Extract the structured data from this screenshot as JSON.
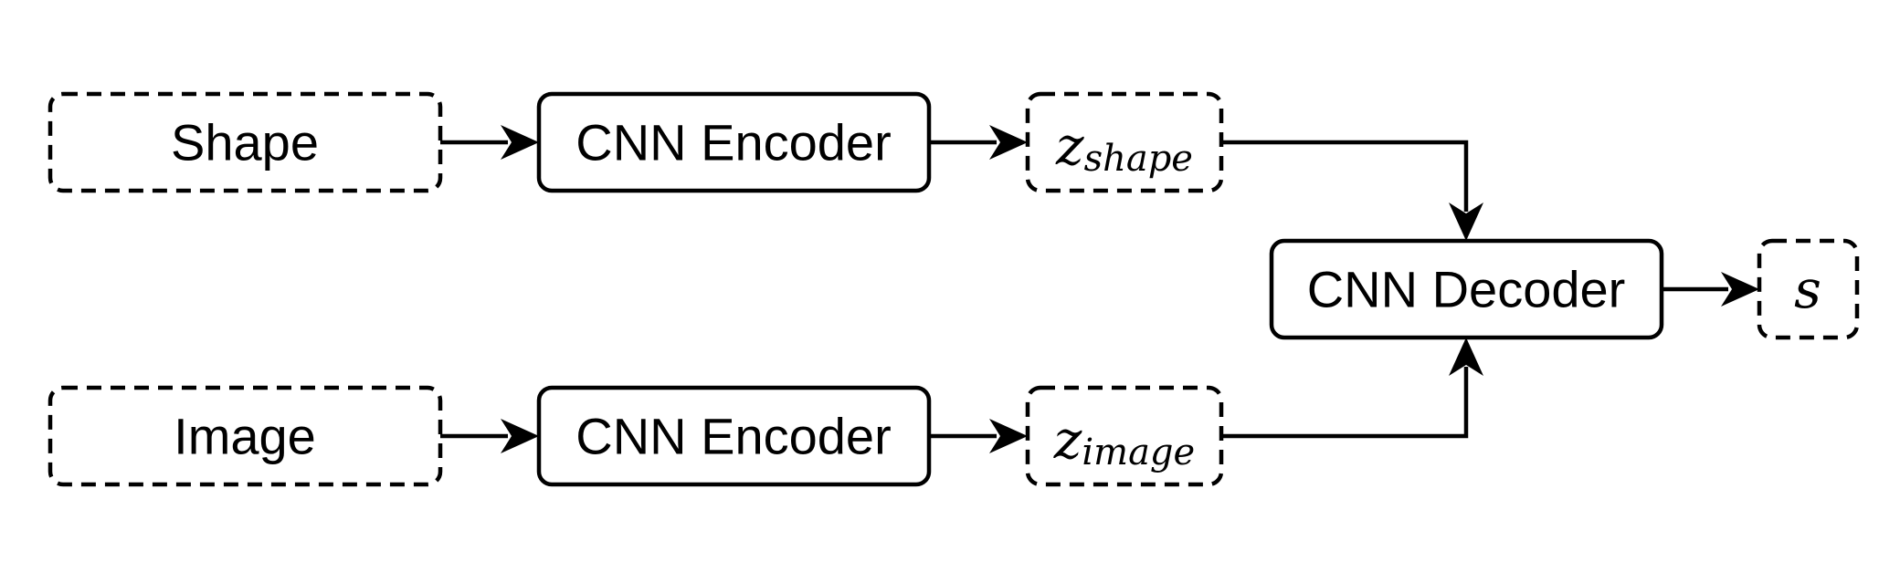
{
  "nodes": {
    "shape_input": {
      "label": "Shape"
    },
    "image_input": {
      "label": "Image"
    },
    "encoder_top": {
      "label": "CNN Encoder"
    },
    "encoder_bottom": {
      "label": "CNN Encoder"
    },
    "z_shape": {
      "main": "z",
      "sub": "shape"
    },
    "z_image": {
      "main": "z",
      "sub": "image"
    },
    "decoder": {
      "label": "CNN Decoder"
    },
    "output_s": {
      "label": "s"
    }
  }
}
